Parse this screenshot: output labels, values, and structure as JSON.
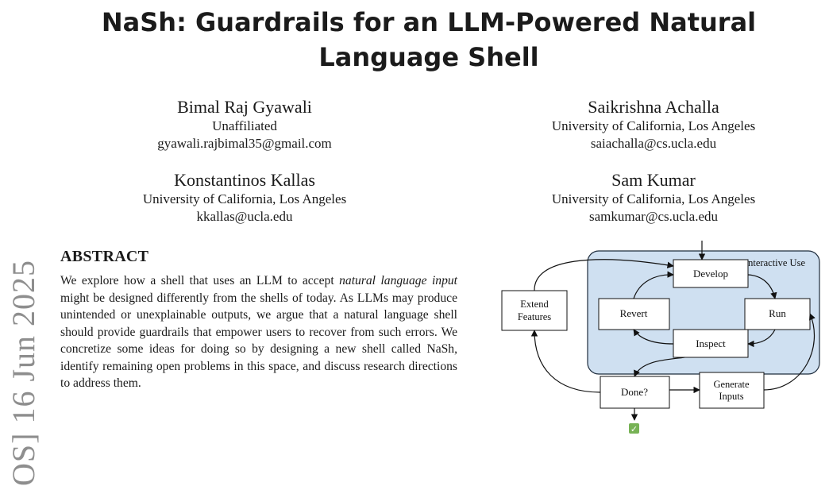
{
  "paper": {
    "title": "NaSh: Guardrails for an LLM-Powered Natural Language Shell",
    "authors": [
      {
        "name": "Bimal Raj Gyawali",
        "affiliation": "Unaffiliated",
        "email": "gyawali.rajbimal35@gmail.com"
      },
      {
        "name": "Saikrishna Achalla",
        "affiliation": "University of California, Los Angeles",
        "email": "saiachalla@cs.ucla.edu"
      },
      {
        "name": "Konstantinos Kallas",
        "affiliation": "University of California, Los Angeles",
        "email": "kkallas@ucla.edu"
      },
      {
        "name": "Sam Kumar",
        "affiliation": "University of California, Los Angeles",
        "email": "samkumar@cs.ucla.edu"
      }
    ],
    "arxiv_stamp": "OS] 16 Jun 2025",
    "abstract_heading": "ABSTRACT",
    "abstract": {
      "before_em1": "We explore how a shell that uses an LLM to accept ",
      "em1": "natural language input",
      "after_em1": " might be designed differently from the shells of today. As LLMs may produce unintended or unexplainable outputs, we argue that a natural language shell should provide guardrails that empower users to recover from such errors. We concretize some ideas for doing so by designing a new shell called NaSh, identify remaining open problems in this space, and discuss research directions to address them."
    }
  },
  "diagram": {
    "region_label": "Interactive Use",
    "nodes": {
      "develop": "Develop",
      "revert": "Revert",
      "run": "Run",
      "inspect": "Inspect",
      "extend_line1": "Extend",
      "extend_line2": "Features",
      "done": "Done?",
      "generate_line1": "Generate",
      "generate_line2": "Inputs"
    },
    "checkmark": "✓",
    "colors": {
      "region_fill": "#cfe0f1",
      "region_stroke": "#1f2d3d",
      "check_fill": "#77b255"
    }
  }
}
